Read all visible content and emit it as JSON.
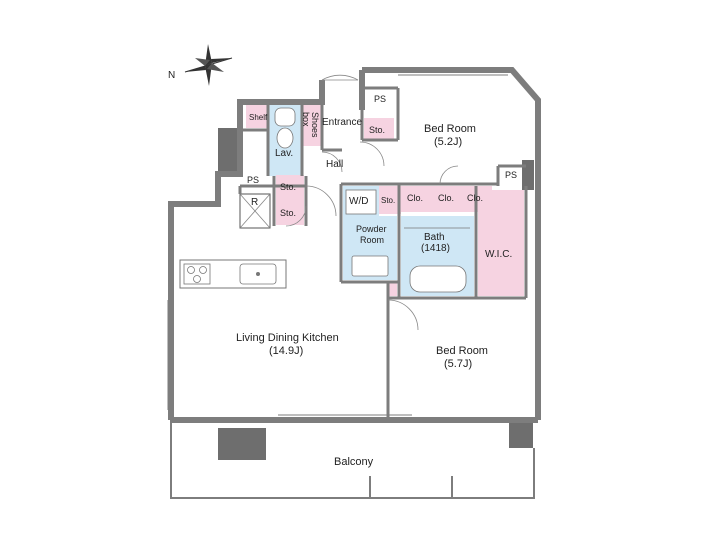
{
  "compass": {
    "north_label": "N"
  },
  "rooms": {
    "shelf": "Shelf",
    "lav": "Lav.",
    "shoes_box_line1": "Shoes",
    "shoes_box_line2": "box",
    "entrance": "Entrance",
    "hall": "Hall",
    "ps_top": "PS",
    "sto_top": "Sto.",
    "bedroom1_name": "Bed Room",
    "bedroom1_size": "(5.2J)",
    "ps_left": "PS",
    "refrigerator": "R",
    "sto_left1": "Sto.",
    "sto_left2": "Sto.",
    "wd": "W/D",
    "sto_mid": "Sto.",
    "clo1": "Clo.",
    "clo2": "Clo.",
    "clo3": "Clo.",
    "ps_right": "PS",
    "powder_line1": "Powder",
    "powder_line2": "Room",
    "bath_name": "Bath",
    "bath_size": "(1418)",
    "wic": "W.I.C.",
    "ldk_name": "Living Dining Kitchen",
    "ldk_size": "(14.9J)",
    "bedroom2_name": "Bed Room",
    "bedroom2_size": "(5.7J)",
    "balcony": "Balcony"
  },
  "colors": {
    "wall": "#7d7d7d",
    "wet_area": "#cfe7f5",
    "storage": "#f6d3e1",
    "column": "#6e6e6e"
  }
}
